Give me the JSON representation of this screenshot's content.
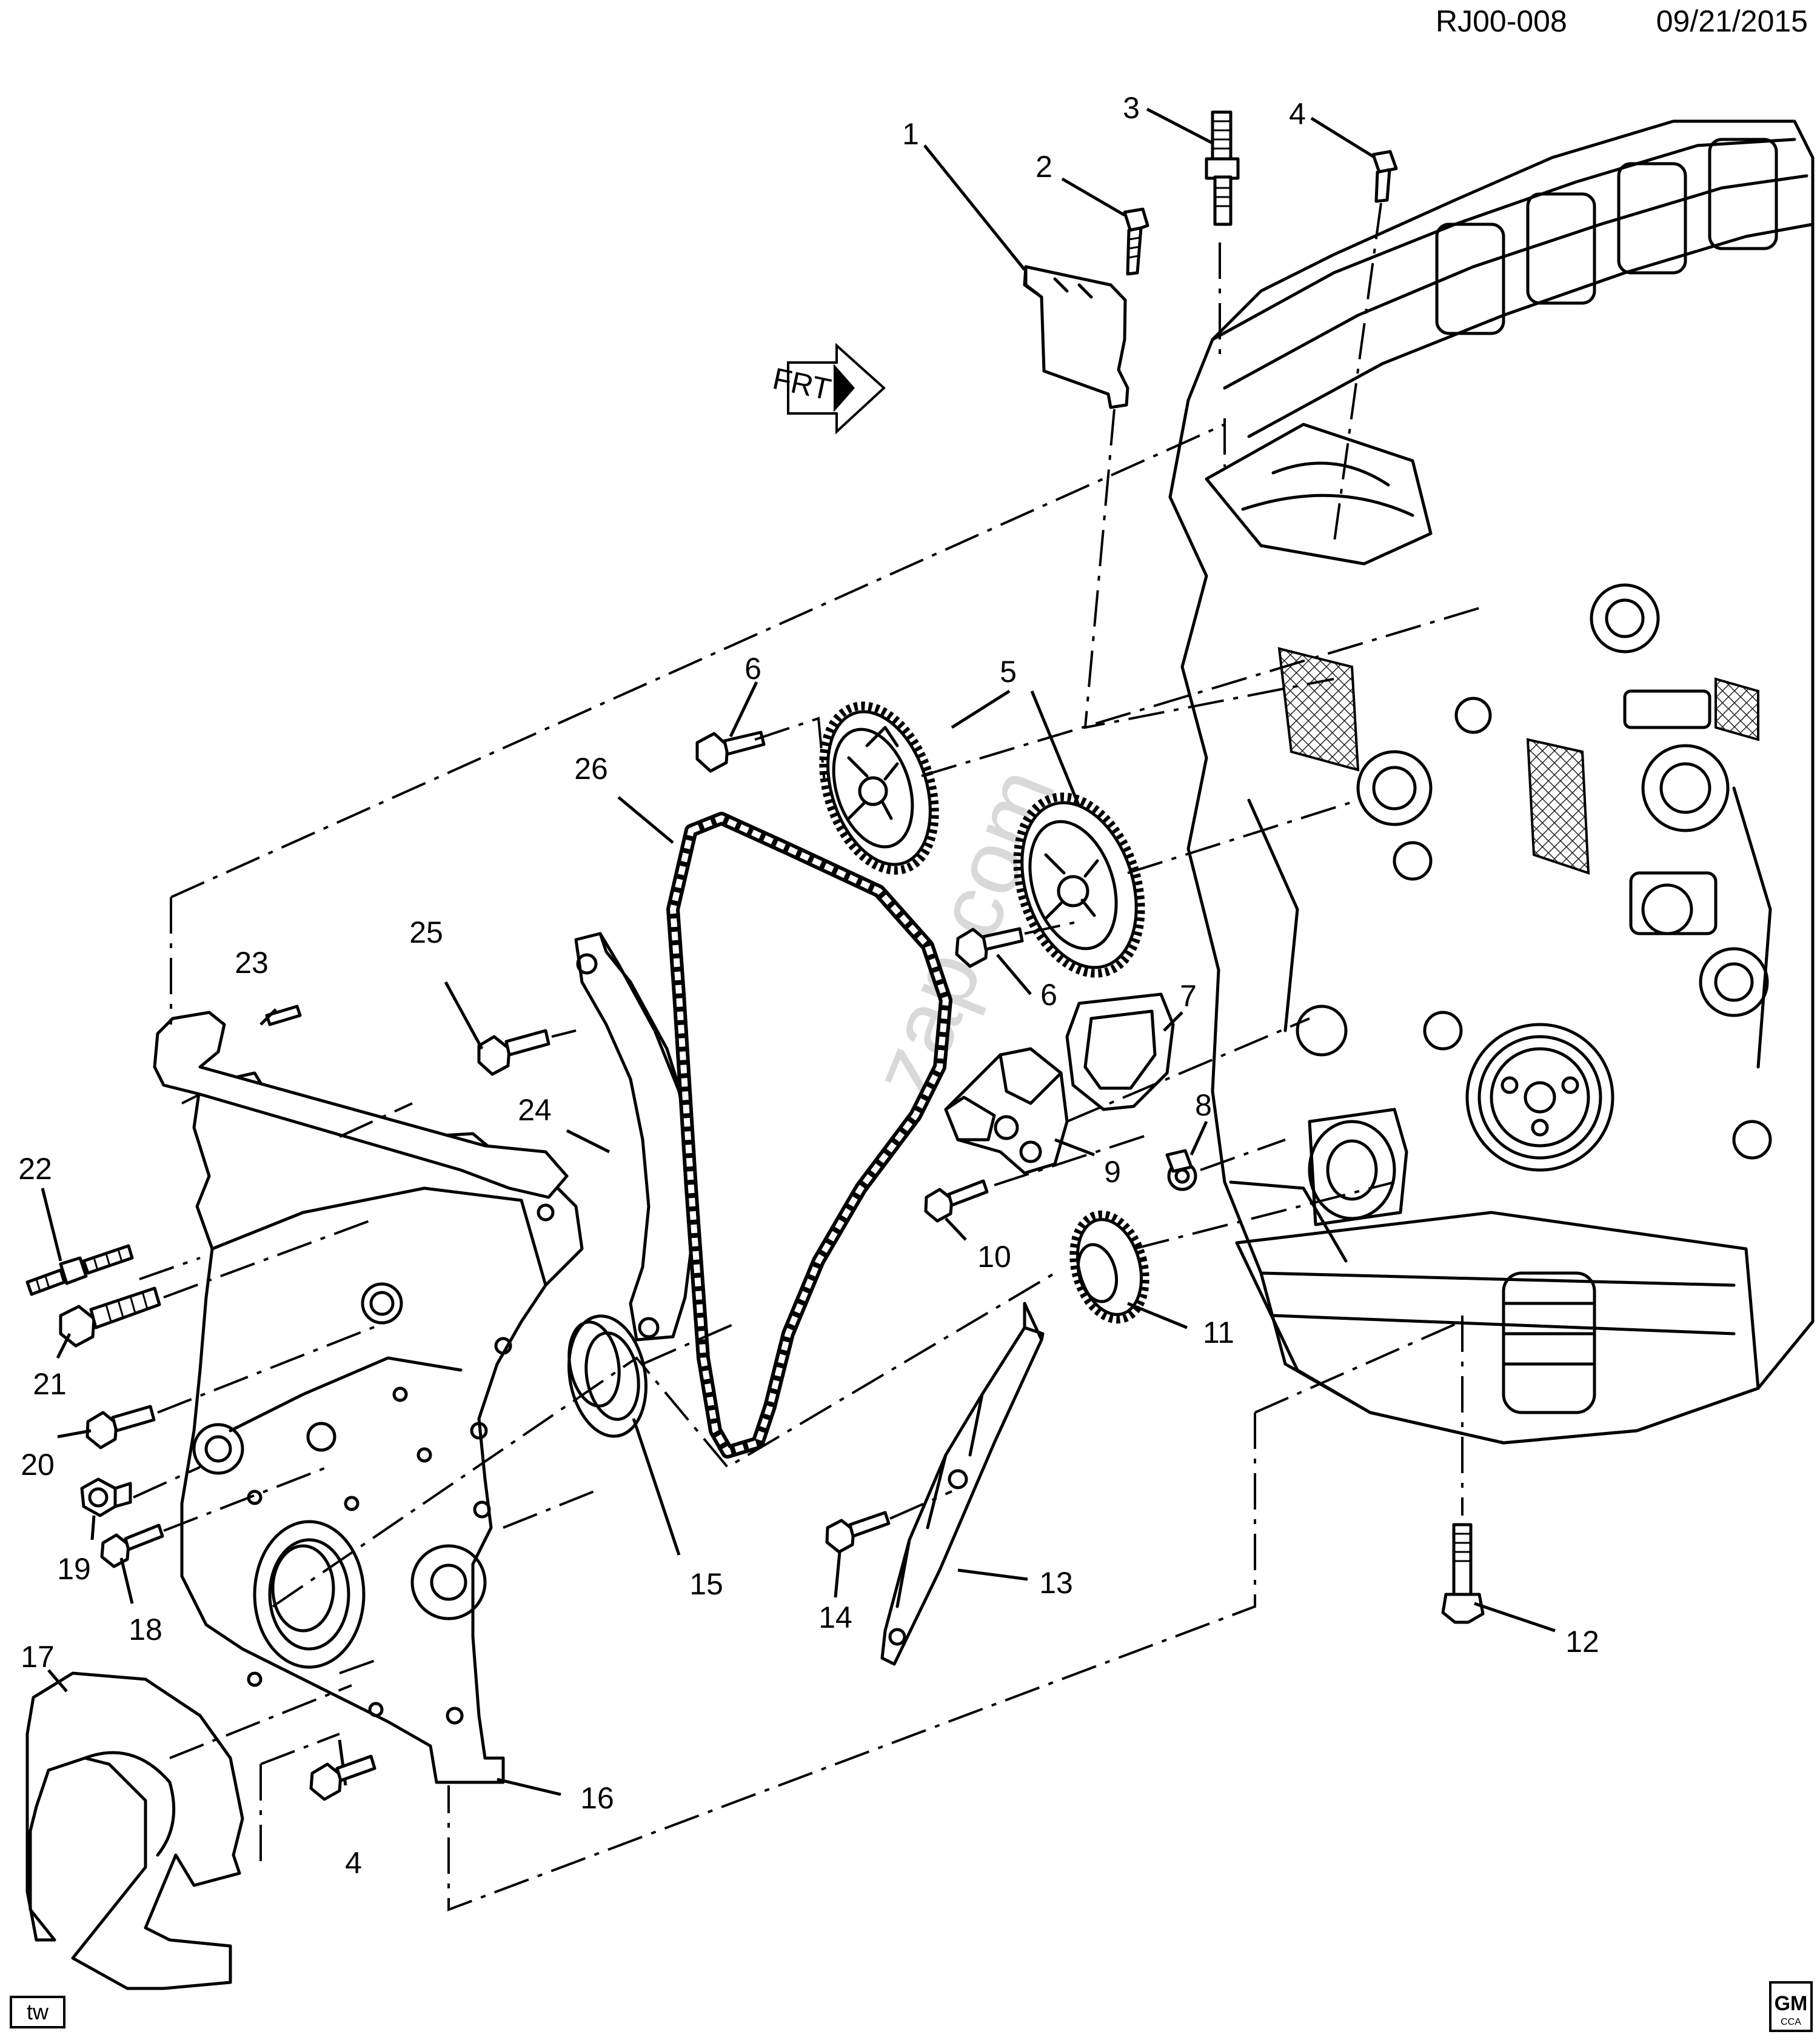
{
  "header": {
    "doc_id": "RJ00-008",
    "date": "09/21/2015"
  },
  "direction_marker": {
    "label": "FRT",
    "icon": "front-arrow-icon"
  },
  "watermark": "zap.com",
  "footer": {
    "left_tag": "tw",
    "logo_main": "GM",
    "logo_sub": "CCA"
  },
  "callouts": {
    "c1": "1",
    "c2": "2",
    "c3": "3",
    "c4a": "4",
    "c4b": "4",
    "c5": "5",
    "c6a": "6",
    "c6b": "6",
    "c7": "7",
    "c8": "8",
    "c9": "9",
    "c10": "10",
    "c11": "11",
    "c12": "12",
    "c13": "13",
    "c14": "14",
    "c15": "15",
    "c16": "16",
    "c17": "17",
    "c18": "18",
    "c19": "19",
    "c20": "20",
    "c21": "21",
    "c22": "22",
    "c23": "23",
    "c24": "24",
    "c25": "25",
    "c26": "26"
  }
}
